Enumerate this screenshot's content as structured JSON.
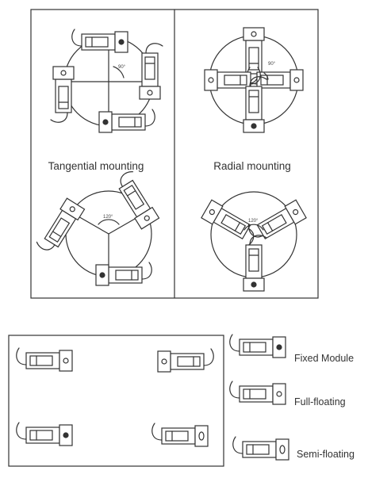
{
  "colors": {
    "line": "#333333",
    "background": "#ffffff"
  },
  "top_panel": {
    "left": {
      "label": "Tangential mounting",
      "angle_top": "90°",
      "angle_bottom": "120°"
    },
    "right": {
      "label": "Radial mounting",
      "angle_top": "90°",
      "angle_bottom": "120°"
    }
  },
  "legend": {
    "fixed": "Fixed Module",
    "full": "Full-floating",
    "semi": "Semi-floating"
  },
  "icons": [
    "fixed-module-icon",
    "full-floating-module-icon",
    "semi-floating-module-icon"
  ]
}
